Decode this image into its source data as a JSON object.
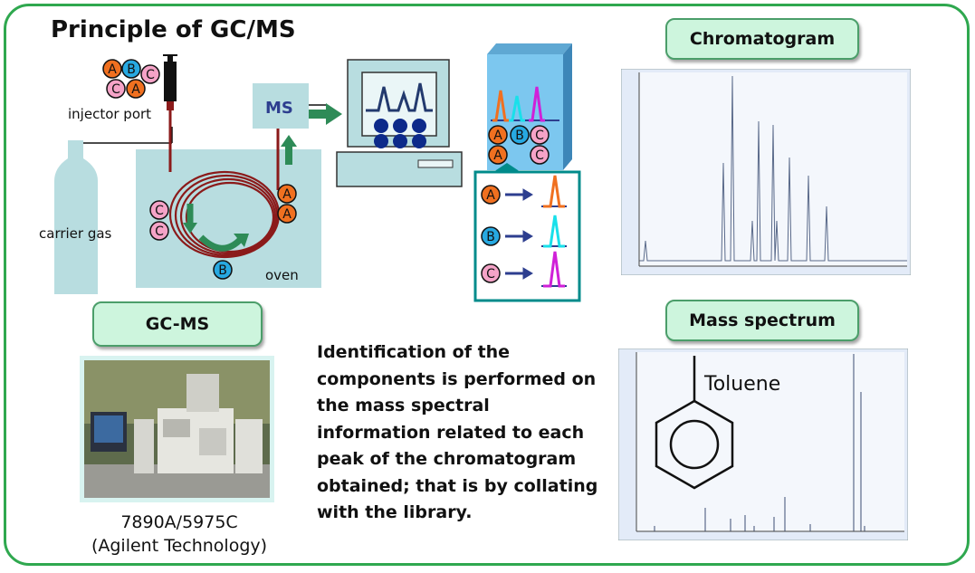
{
  "title": "Principle of GC/MS",
  "labels": {
    "injector_port": "injector port",
    "carrier_gas": "carrier gas",
    "oven": "oven",
    "ms": "MS"
  },
  "molecules": {
    "a": "A",
    "b": "B",
    "c": "C"
  },
  "colors": {
    "a": "#f07020",
    "b": "#27a9e1",
    "c": "#f5a3c7",
    "frame": "#2fa84f",
    "pill": "#cdf5dd"
  },
  "pills": {
    "chromatogram": "Chromatogram",
    "gcms": "GC-MS",
    "mass_spectrum": "Mass spectrum"
  },
  "instrument": {
    "model": "7890A/5975C",
    "maker": "(Agilent Technology)"
  },
  "description": "Identification of the components is performed on the mass spectral information related to each peak of the chromatogram obtained; that is by collating with the library.",
  "compound": "Toluene"
}
